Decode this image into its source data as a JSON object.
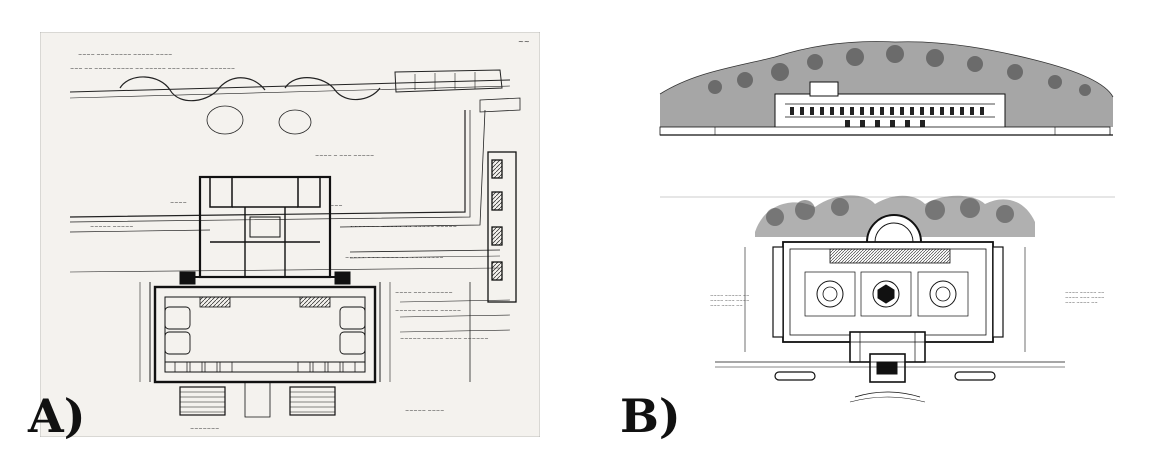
{
  "figure": {
    "panels": [
      {
        "id": "A",
        "label": "A)",
        "kind": "villa-ground-plan-drawing"
      },
      {
        "id": "B",
        "label": "B)",
        "kind": "villa-elevation-and-garden-plan-drawing"
      }
    ],
    "colors": {
      "ink": "#1a1a1a",
      "paper_a": "#f4f2ee",
      "paper_b": "#ffffff",
      "foliage": "#555555"
    }
  }
}
